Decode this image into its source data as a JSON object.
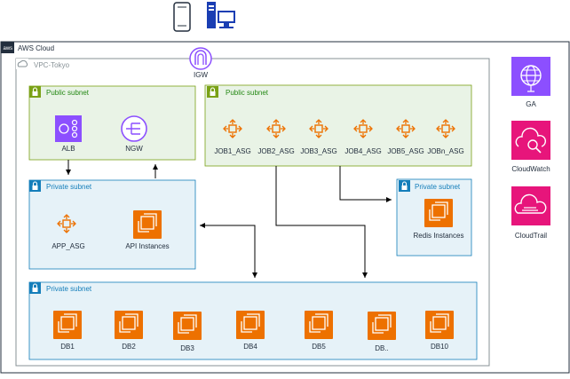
{
  "cloud": {
    "label": "AWS Cloud"
  },
  "vpc": {
    "label": "VPC-Tokyo"
  },
  "igw": {
    "label": "IGW"
  },
  "subnets": {
    "public_left": "Public subnet",
    "public_right": "Public subnet",
    "private_left": "Private subnet",
    "private_right": "Private subnet",
    "private_bottom": "Private subnet"
  },
  "nodes": {
    "alb": "ALB",
    "ngw": "NGW",
    "app_asg": "APP_ASG",
    "api_instances": "API Instances",
    "redis": "Redis Instances"
  },
  "jobs": [
    "JOB1_ASG",
    "JOB2_ASG",
    "JOB3_ASG",
    "JOB4_ASG",
    "JOB5_ASG",
    "JOBn_ASG"
  ],
  "dbs": [
    "DB1",
    "DB2",
    "DB3",
    "DB4",
    "DB5",
    "DB..",
    "DB10"
  ],
  "services": [
    "GA",
    "CloudWatch",
    "CloudTrail"
  ],
  "colors": {
    "public_fill": "#e9f3e6",
    "public_border": "#7aa116",
    "private_fill": "#e6f2f8",
    "private_border": "#147eba",
    "compute": "#ed7100",
    "network": "#8c4fff",
    "mgmt": "#e7157b"
  }
}
